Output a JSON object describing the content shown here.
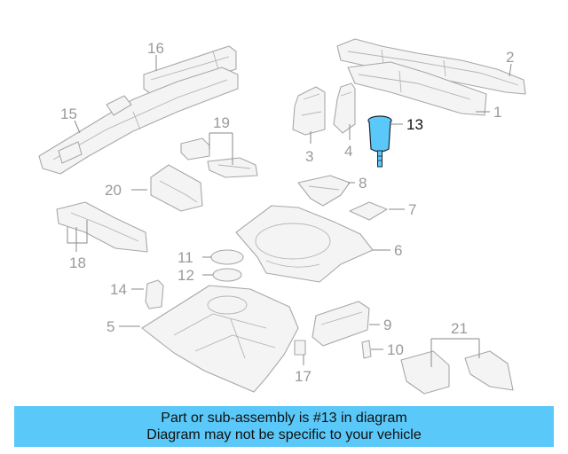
{
  "diagram": {
    "callouts": [
      "1",
      "2",
      "3",
      "4",
      "5",
      "6",
      "7",
      "8",
      "9",
      "10",
      "11",
      "12",
      "13",
      "14",
      "15",
      "16",
      "17",
      "18",
      "19",
      "20",
      "21"
    ],
    "highlight_callout": "13",
    "colors": {
      "highlight": "#5ac8f8",
      "part_line": "#a8a8a8",
      "part_fill": "#f4f4f4",
      "callout_text": "#9a9a9a"
    }
  },
  "banner": {
    "line1": "Part or sub-assembly is #13 in diagram",
    "line2": "Diagram may not be specific to your vehicle",
    "color": "#5ac8f8"
  }
}
